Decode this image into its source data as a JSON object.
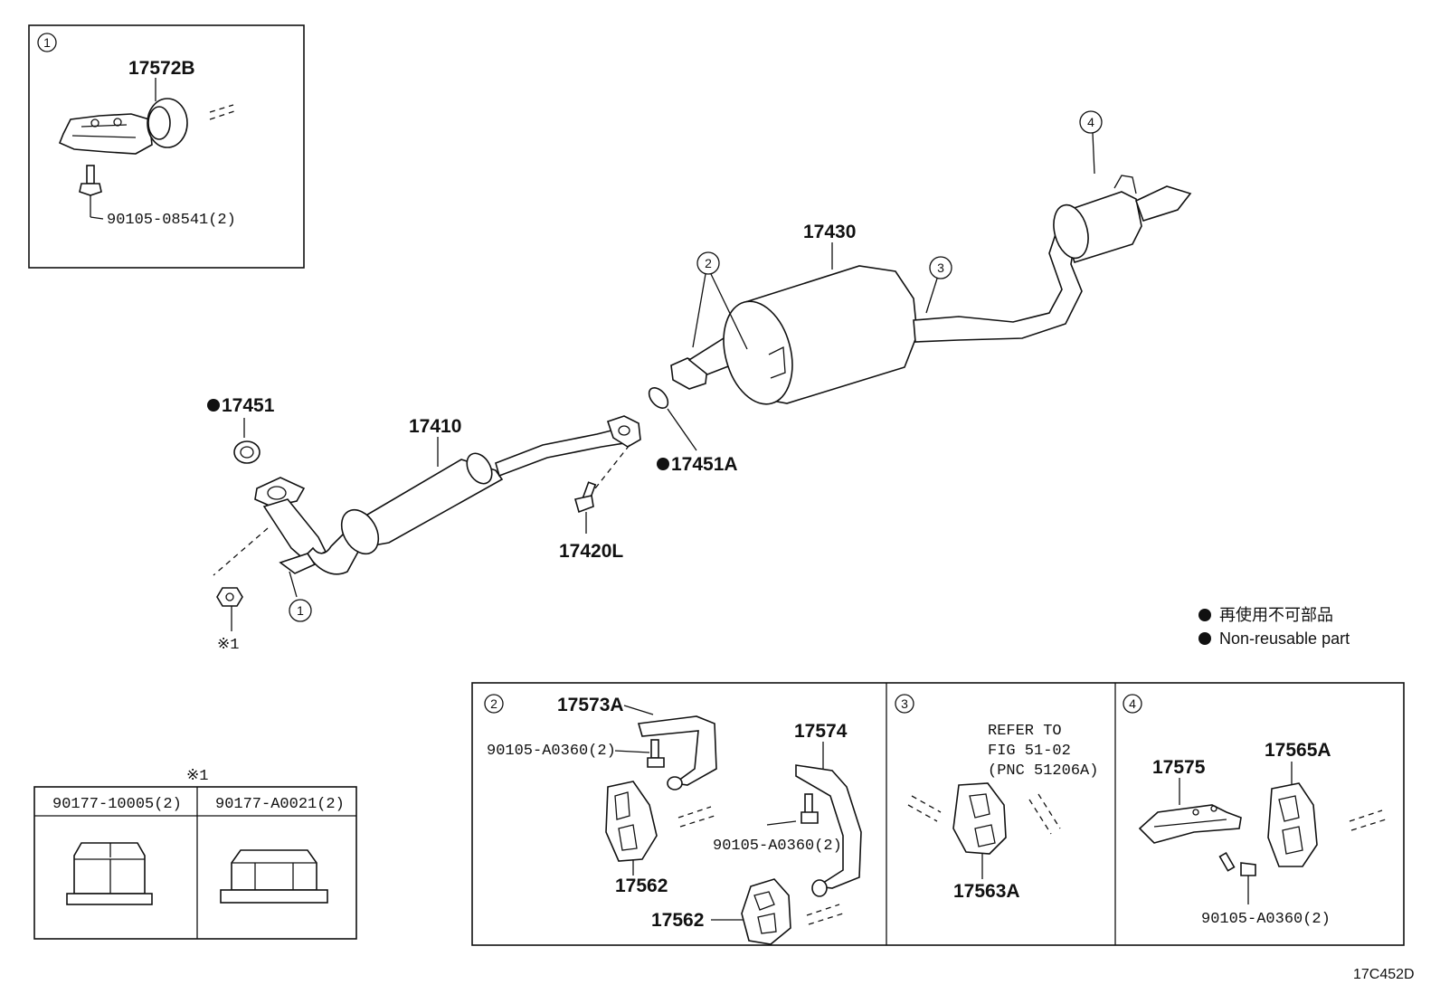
{
  "labels": {
    "p17572B": "17572B",
    "p90105_08541": "90105-08541(2)",
    "p17451": "17451",
    "p17410": "17410",
    "p17451A": "17451A",
    "p17420L": "17420L",
    "p17430": "17430",
    "note1": "※1",
    "inset1_num": "1",
    "callout1": "1",
    "callout2": "2",
    "callout3": "3",
    "callout4": "4"
  },
  "legend": {
    "jp": "再使用不可部品",
    "en": "Non-reusable part"
  },
  "nut_table": {
    "note": "※1",
    "col1": "90177-10005(2)",
    "col2": "90177-A0021(2)"
  },
  "box2": {
    "num": "2",
    "p17573A": "17573A",
    "p90105_A0360_a": "90105-A0360(2)",
    "p17574": "17574",
    "p90105_A0360_b": "90105-A0360(2)",
    "p17562_a": "17562",
    "p17562_b": "17562"
  },
  "box3": {
    "num": "3",
    "refer1": "REFER TO",
    "refer2": "FIG 51-02",
    "refer3": "(PNC 51206A)",
    "p17563A": "17563A"
  },
  "box4": {
    "num": "4",
    "p17575": "17575",
    "p17565A": "17565A",
    "p90105_A0360": "90105-A0360(2)"
  },
  "figure_code": "17C452D"
}
